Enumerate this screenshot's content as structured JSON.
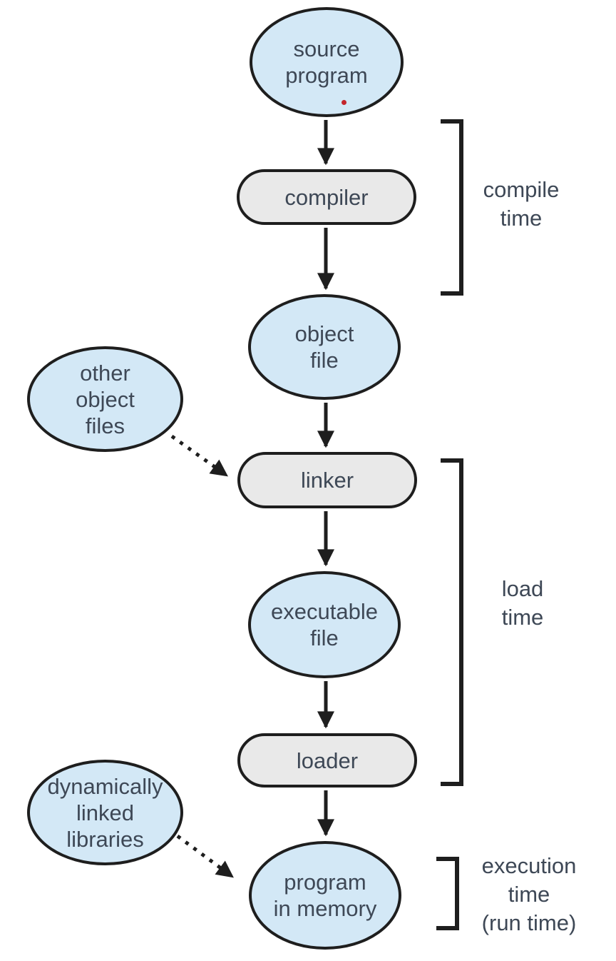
{
  "colors": {
    "node_fill_blue": "#d3e8f6",
    "node_fill_gray": "#e9e9e9",
    "outline": "#1e1e1e",
    "text": "#3e4856",
    "red_dot": "#c4252b",
    "background": "#ffffff"
  },
  "diagram": {
    "nodes": {
      "source_program": {
        "label": "source\nprogram",
        "shape": "ellipse",
        "fill": "blue"
      },
      "compiler": {
        "label": "compiler",
        "shape": "rounded-rect",
        "fill": "gray"
      },
      "object_file": {
        "label": "object\nfile",
        "shape": "ellipse",
        "fill": "blue"
      },
      "other_object_files": {
        "label": "other\nobject\nfiles",
        "shape": "ellipse",
        "fill": "blue"
      },
      "linker": {
        "label": "linker",
        "shape": "rounded-rect",
        "fill": "gray"
      },
      "executable_file": {
        "label": "executable\nfile",
        "shape": "ellipse",
        "fill": "blue"
      },
      "loader": {
        "label": "loader",
        "shape": "rounded-rect",
        "fill": "gray"
      },
      "dynamically_linked_libraries": {
        "label": "dynamically\nlinked\nlibraries",
        "shape": "ellipse",
        "fill": "blue"
      },
      "program_in_memory": {
        "label": "program\nin memory",
        "shape": "ellipse",
        "fill": "blue"
      }
    },
    "edges": [
      {
        "from": "source_program",
        "to": "compiler",
        "style": "solid"
      },
      {
        "from": "compiler",
        "to": "object_file",
        "style": "solid"
      },
      {
        "from": "object_file",
        "to": "linker",
        "style": "solid"
      },
      {
        "from": "other_object_files",
        "to": "linker",
        "style": "dashed"
      },
      {
        "from": "linker",
        "to": "executable_file",
        "style": "solid"
      },
      {
        "from": "executable_file",
        "to": "loader",
        "style": "solid"
      },
      {
        "from": "loader",
        "to": "program_in_memory",
        "style": "solid"
      },
      {
        "from": "dynamically_linked_libraries",
        "to": "program_in_memory",
        "style": "dashed"
      }
    ],
    "brackets": {
      "compile": {
        "label": "compile\ntime"
      },
      "load": {
        "label": "load\ntime"
      },
      "execution": {
        "label": "execution\ntime\n(run time)"
      }
    }
  }
}
